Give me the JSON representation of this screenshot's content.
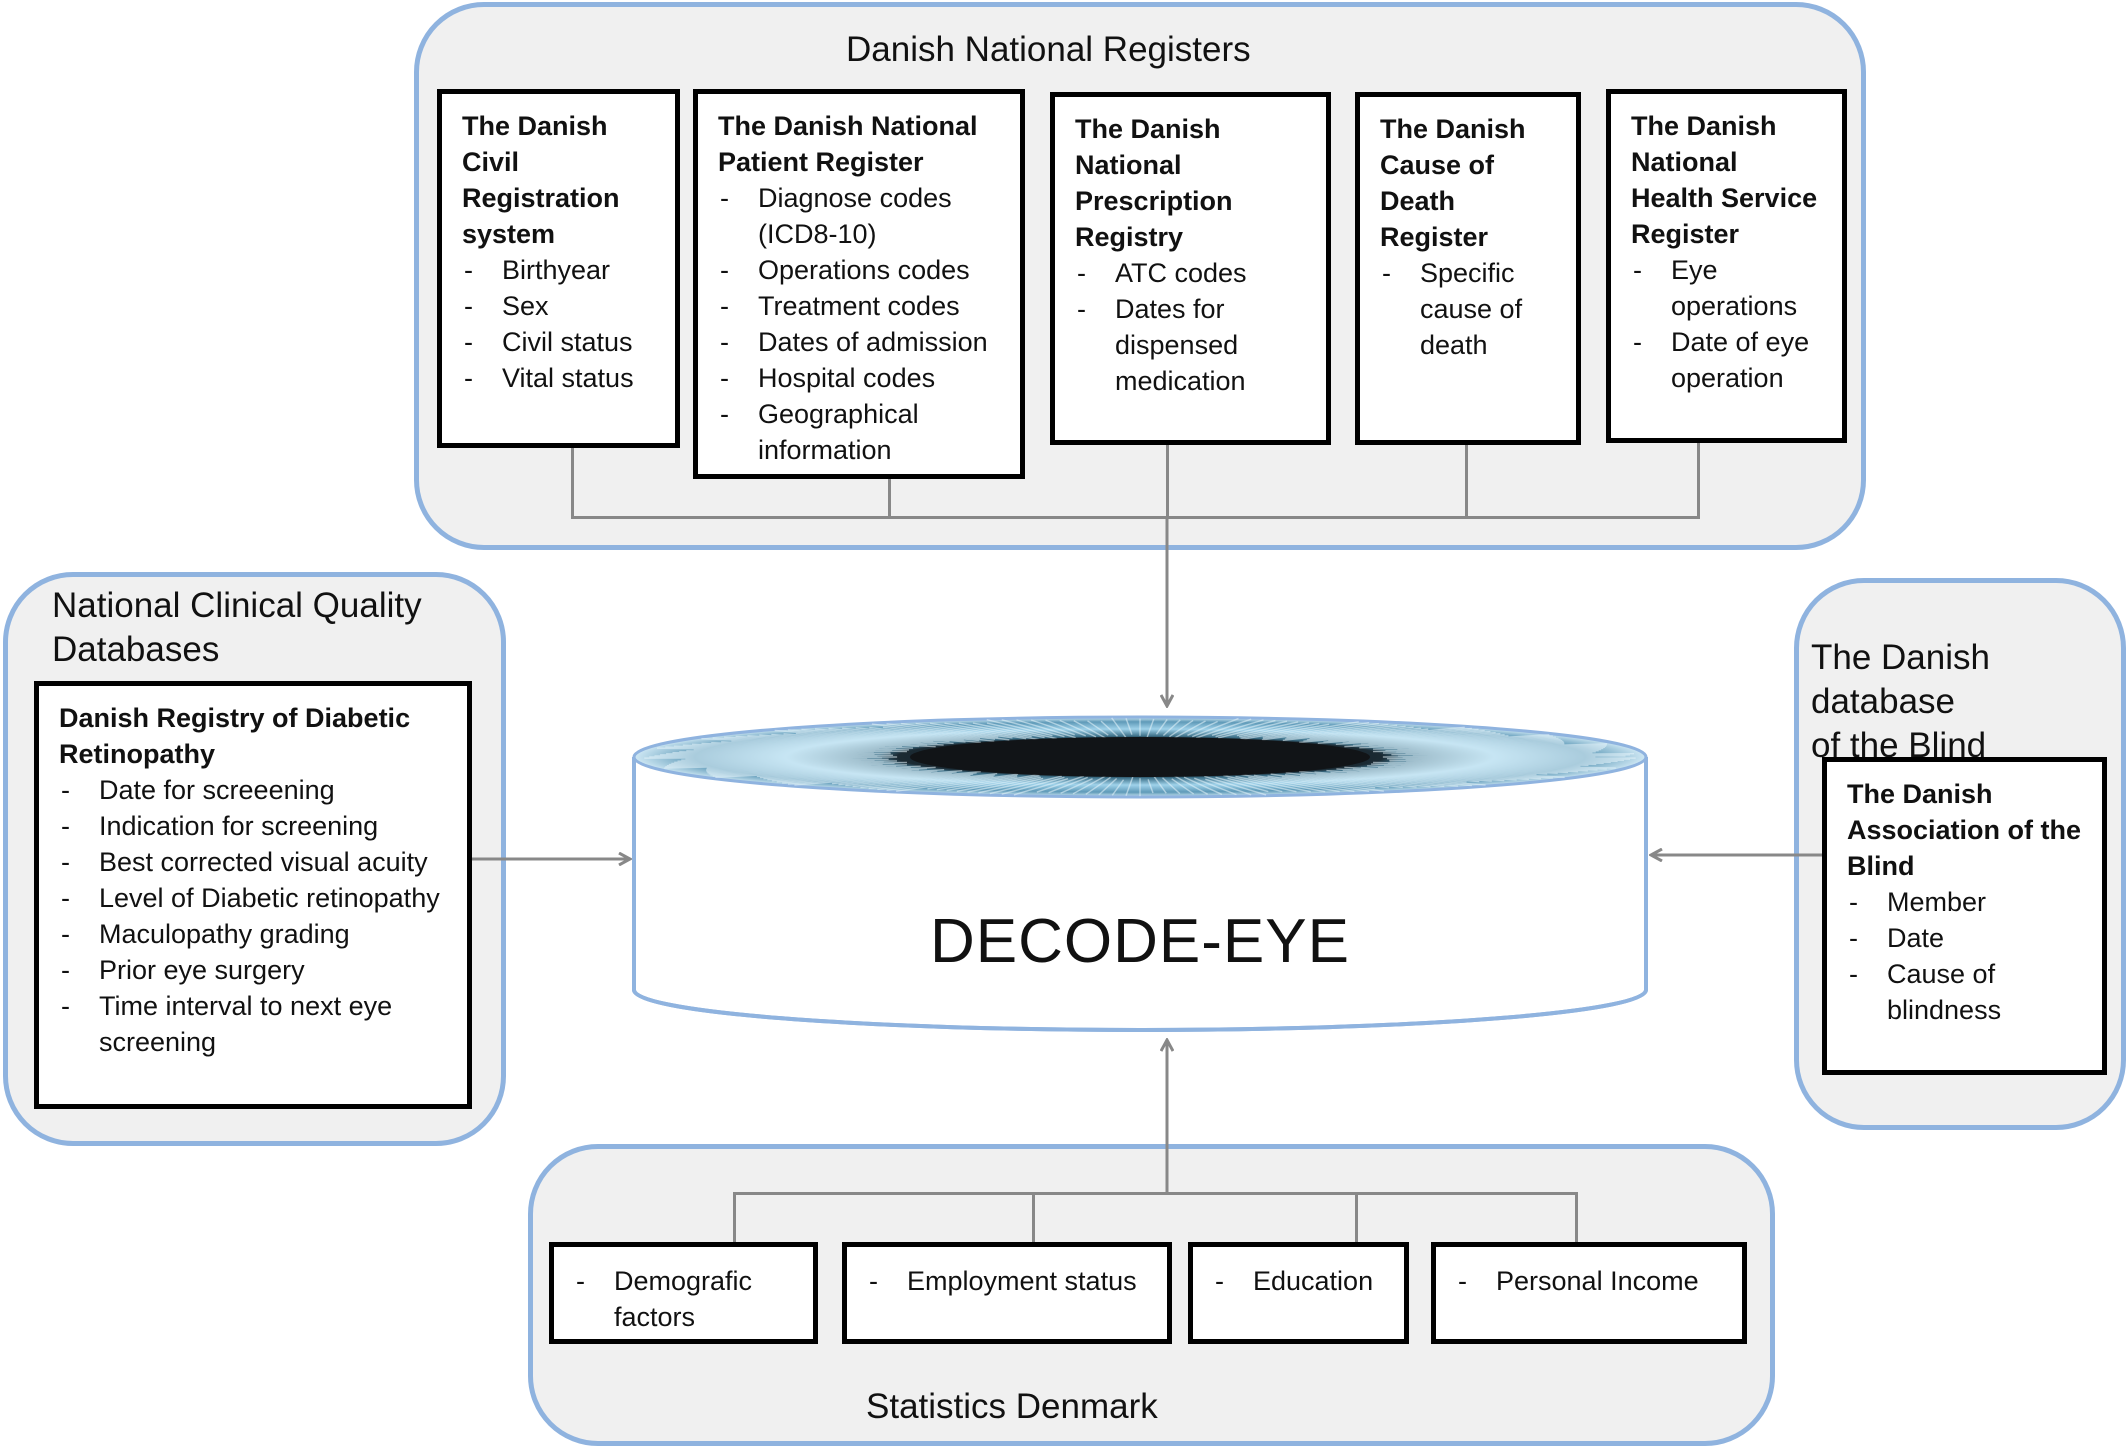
{
  "center": {
    "label": "DECODE-EYE"
  },
  "top_group": {
    "title": "Danish National Registers",
    "boxes": [
      {
        "title": "The Danish Civil Registration system",
        "items": [
          "Birthyear",
          "Sex",
          "Civil status",
          "Vital status"
        ]
      },
      {
        "title": "The Danish National Patient Register",
        "items": [
          "Diagnose codes (ICD8-10)",
          "Operations codes",
          "Treatment codes",
          "Dates of admission",
          "Hospital codes",
          "Geographical information"
        ]
      },
      {
        "title": "The Danish National Prescription Registry",
        "items": [
          "ATC codes",
          "Dates for dispensed medication"
        ]
      },
      {
        "title": "The Danish Cause of Death Register",
        "items": [
          "Specific cause of death"
        ]
      },
      {
        "title": "The Danish National Health Service Register",
        "items": [
          "Eye operations",
          "Date of eye operation"
        ]
      }
    ]
  },
  "left_group": {
    "title": "National Clinical Quality\nDatabases",
    "box": {
      "title": "Danish Registry of Diabetic Retinopathy",
      "items": [
        "Date for screeening",
        "Indication for screening",
        "Best corrected visual acuity",
        "Level of Diabetic retinopathy",
        "Maculopathy grading",
        "Prior eye surgery",
        "Time interval to next eye screening"
      ]
    }
  },
  "right_group": {
    "title": "The Danish database\nof the Blind",
    "box": {
      "title": "The Danish Association of the Blind",
      "items": [
        "Member",
        "Date",
        "Cause of blindness"
      ]
    }
  },
  "bottom_group": {
    "title": "Statistics Denmark",
    "boxes": [
      {
        "items": [
          "Demografic factors"
        ]
      },
      {
        "items": [
          "Employment status"
        ]
      },
      {
        "items": [
          "Education"
        ]
      },
      {
        "items": [
          "Personal Income"
        ]
      }
    ]
  },
  "colors": {
    "group_border": "#8fb3df",
    "group_fill": "#f0f0f0",
    "connector": "#888888",
    "box_border": "#000000"
  },
  "icons": {
    "database": "cylinder-with-eye-iris"
  }
}
